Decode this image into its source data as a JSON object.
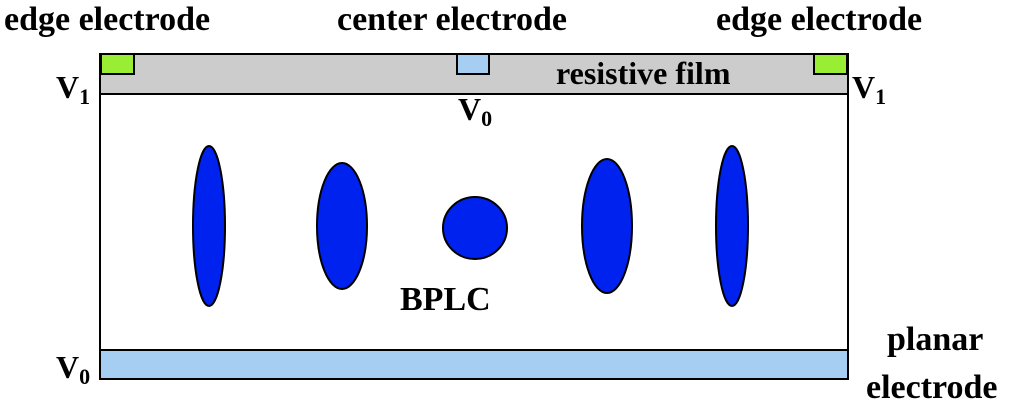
{
  "labels": {
    "edge_left": "edge electrode",
    "center": "center electrode",
    "edge_right": "edge electrode",
    "resistive_film": "resistive film",
    "v_left_main": "V",
    "v_left_sub": "1",
    "v_right_main": "V",
    "v_right_sub": "1",
    "v_center_main": "V",
    "v_center_sub": "0",
    "v_bottom_main": "V",
    "v_bottom_sub": "0",
    "bplc": "BPLC",
    "planar_line1": "planar",
    "planar_line2": "electrode"
  },
  "colors": {
    "edge_electrode": "#99ee33",
    "center_electrode": "#a6cdf2",
    "resistive_film": "#cccccc",
    "planar_electrode": "#a6cdf2",
    "lc_molecule": "#0022ee",
    "outline": "#000000"
  }
}
